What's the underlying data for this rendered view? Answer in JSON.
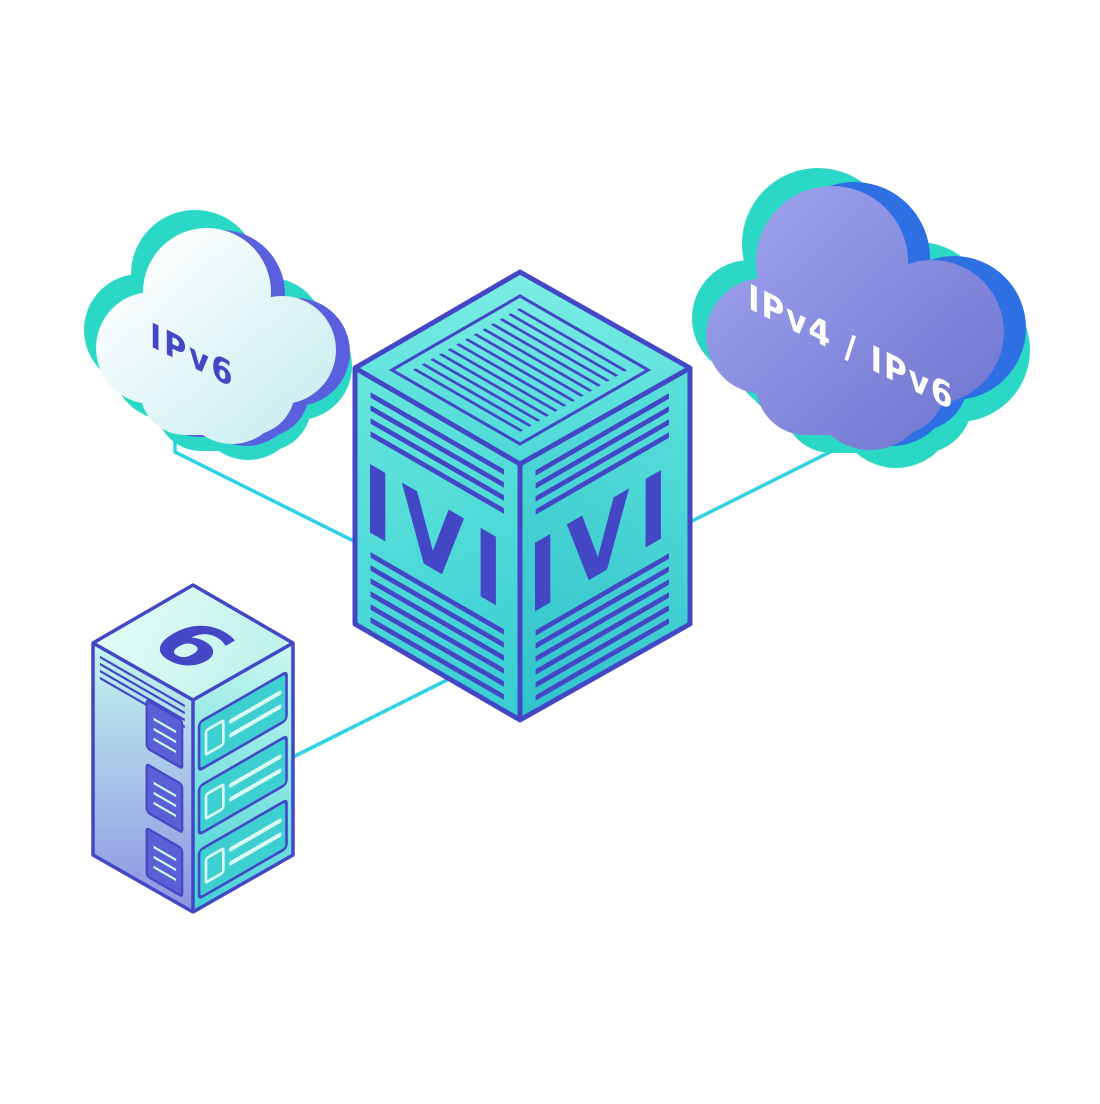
{
  "diagram": {
    "left_cloud": {
      "label": "IPv6"
    },
    "right_cloud": {
      "label": "IPv4 / IPv6"
    },
    "gateway": {
      "left_face_label": "IVI",
      "right_face_label": "IVI"
    },
    "server": {
      "top_label": "6"
    },
    "colors": {
      "indigo": "#4347c6",
      "cyan_line": "#2ed3df",
      "teal_accent": "#2bd8c5",
      "blue_accent": "#2f6fe4",
      "violet_accent": "#5a60dd",
      "cloud_right_text": "#ffffff"
    }
  }
}
